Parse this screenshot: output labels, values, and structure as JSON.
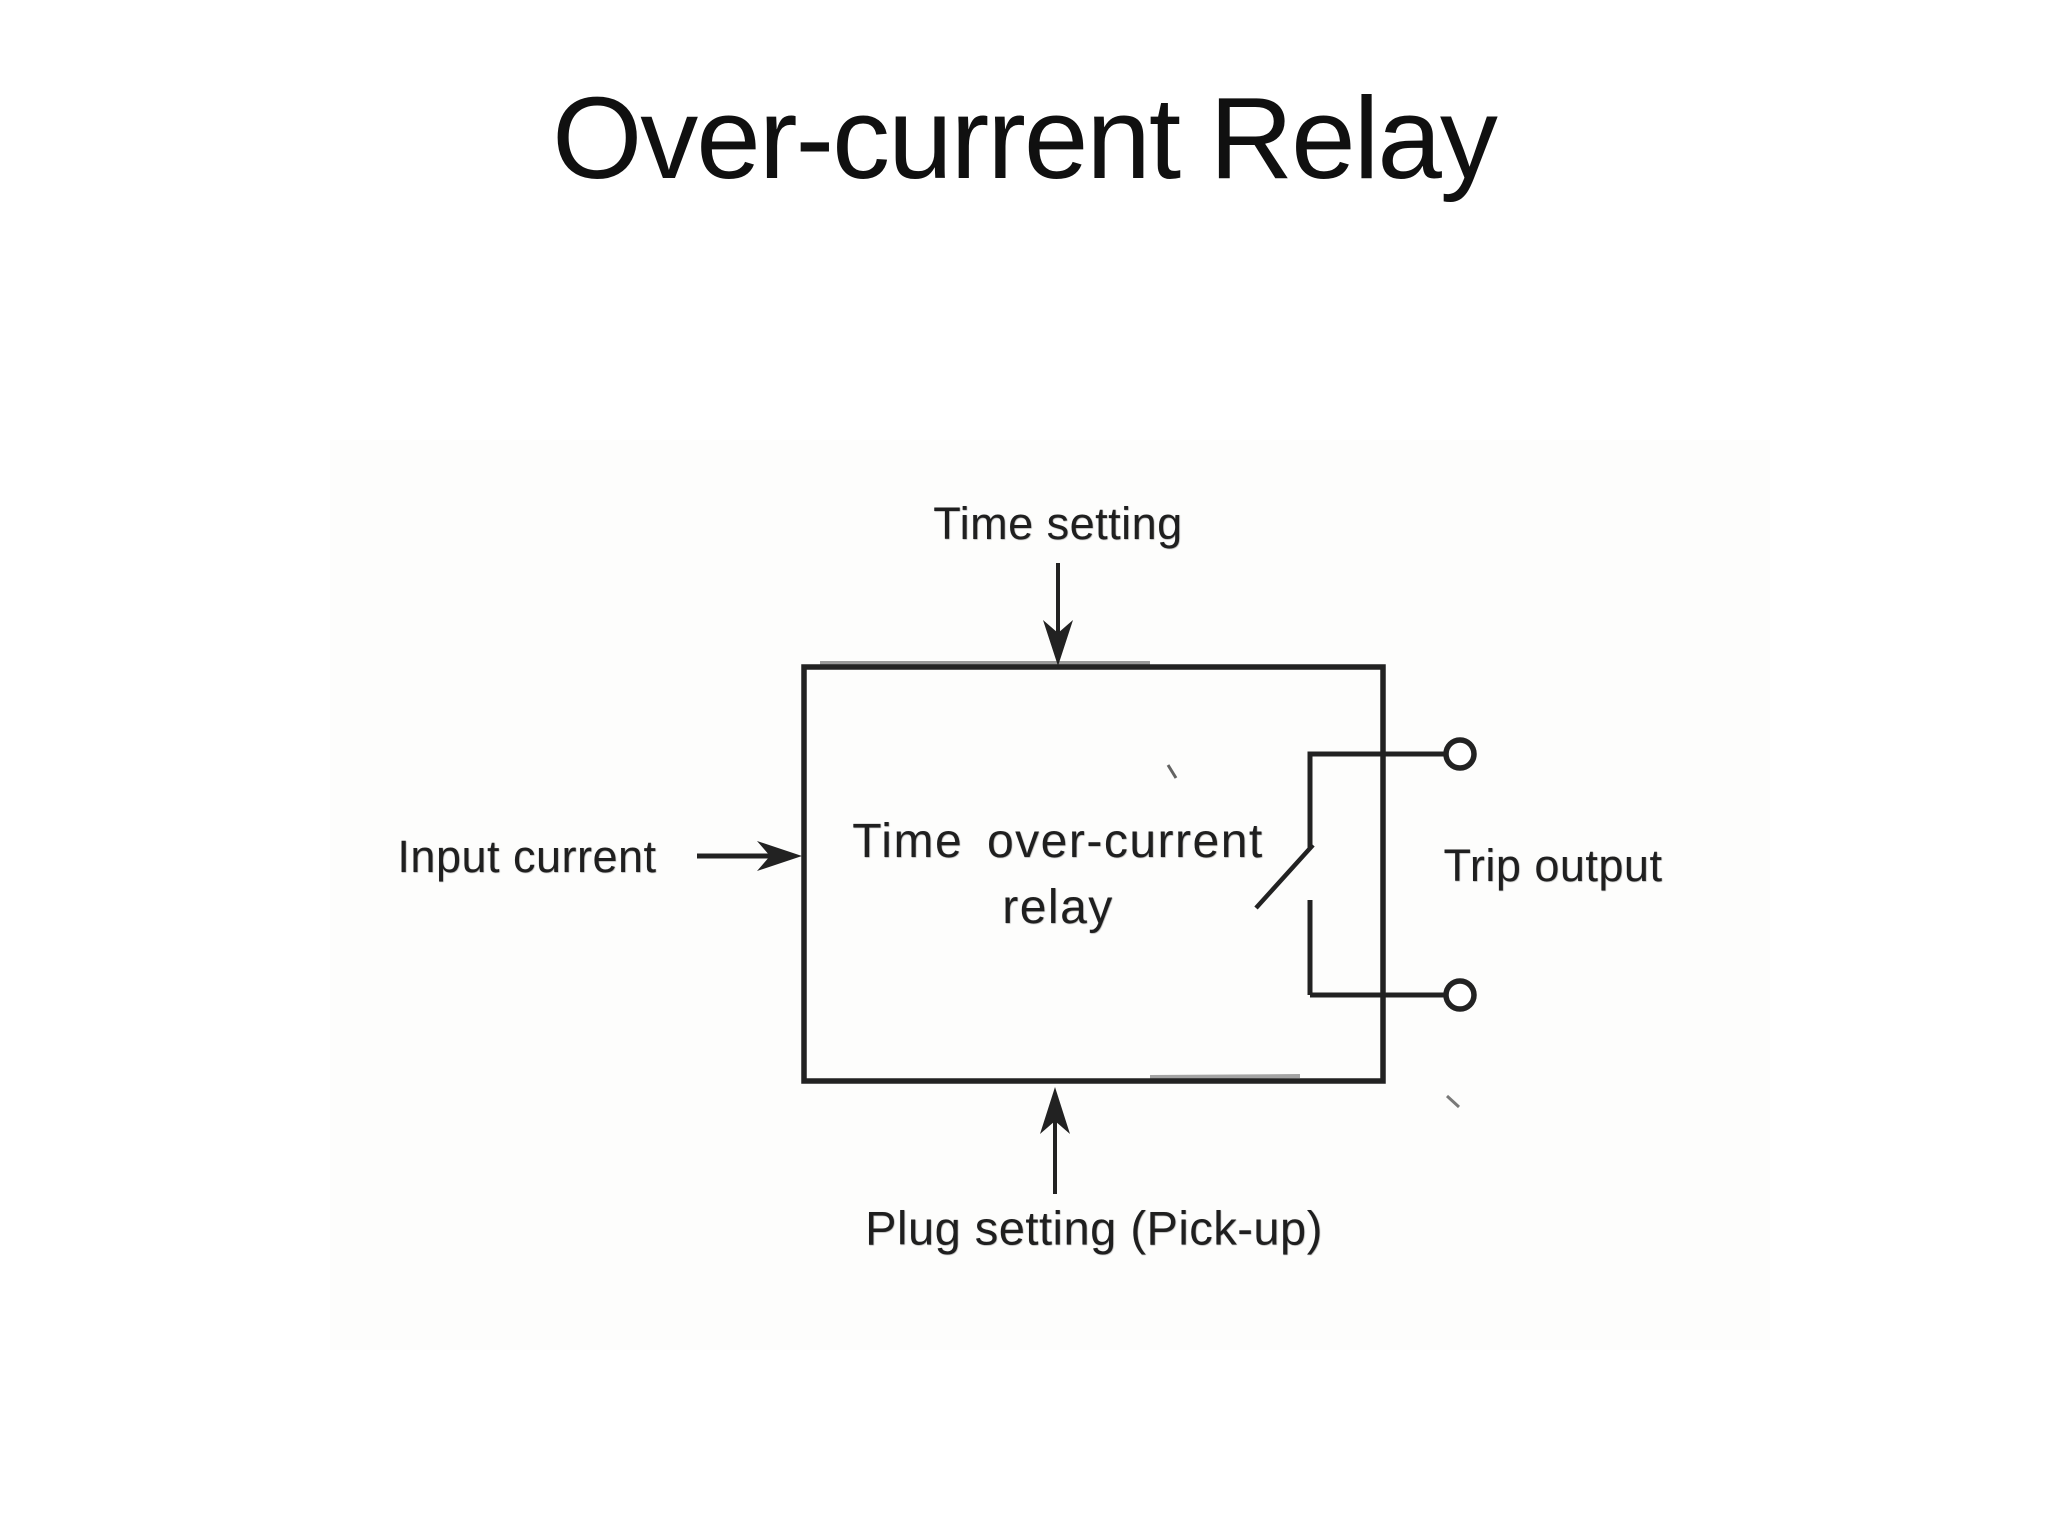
{
  "title": "Over-current Relay",
  "diagram": {
    "top_label": "Time setting",
    "left_label": "Input current",
    "right_label": "Trip output",
    "bottom_label": "Plug setting (Pick-up)",
    "box_label_line1": "Time over-current",
    "box_label_line2": "relay",
    "colors": {
      "ink": "#222222",
      "slide_background": "#ffffff"
    }
  }
}
